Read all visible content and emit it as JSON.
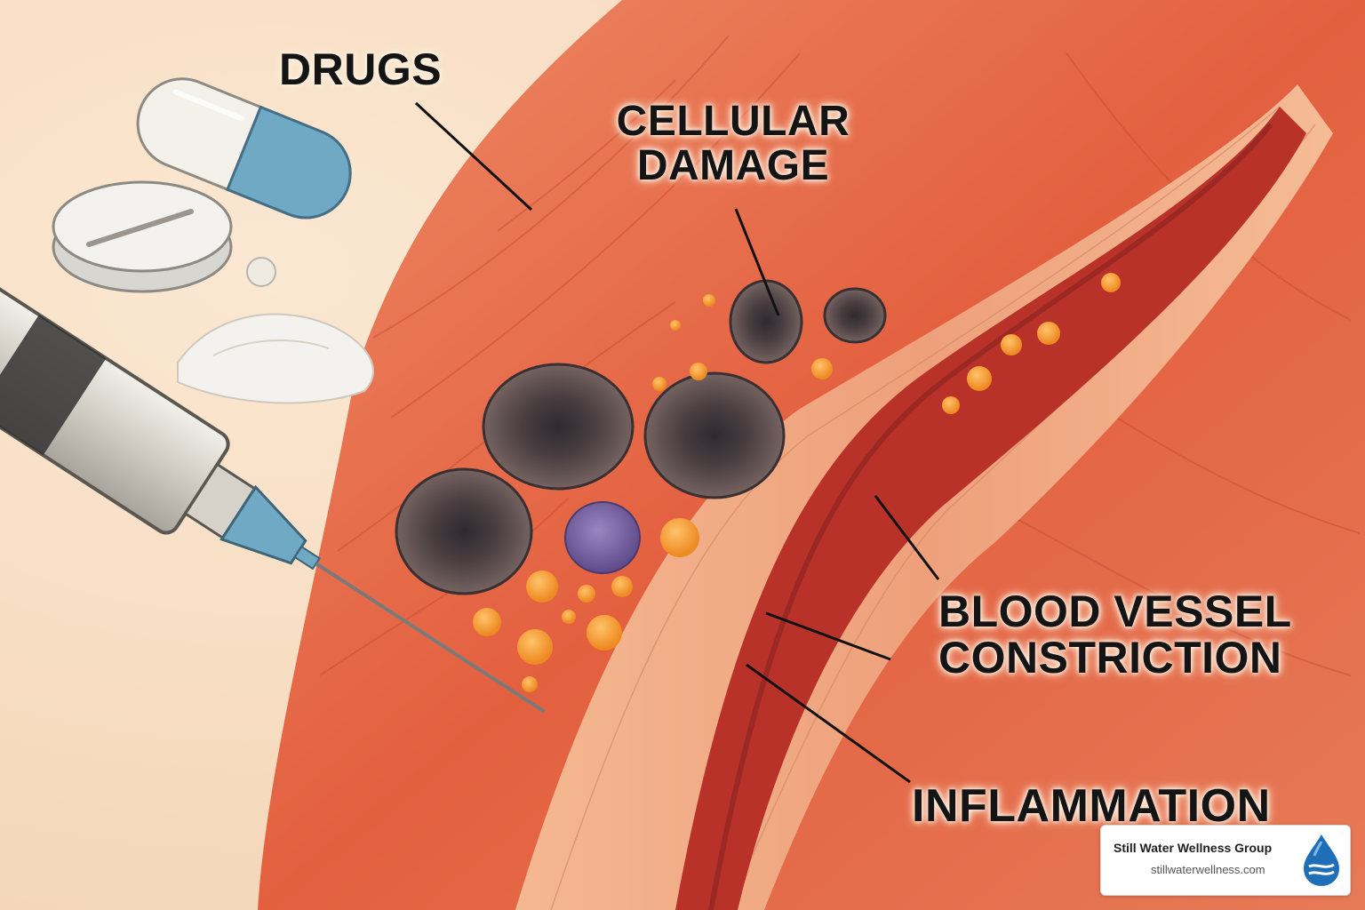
{
  "labels": {
    "drugs": "DRUGS",
    "cellular": [
      "CELLULAR",
      "DAMAGE"
    ],
    "blood": [
      "BLOOD VESSEL",
      "CONSTRICTION"
    ],
    "inflammation": "INFLAMMATION"
  },
  "brand": {
    "name": "Still Water Wellness Group",
    "url": "stillwaterwellness.com",
    "logo_icon": "water-drop-icon",
    "accent": "#1e6fb8"
  },
  "icons": {
    "capsule": "capsule-icon",
    "tablet": "tablet-icon",
    "powder": "powder-pile-icon",
    "syringe": "syringe-icon"
  },
  "colors": {
    "background": "#f6dcc0",
    "tissue": "#e8674a",
    "vessel_wall": "#f0a882",
    "vessel_lumen": "#c23a2a",
    "damaged_cell": "#5c4e4e",
    "capsule_blue": "#6fa9c4"
  }
}
